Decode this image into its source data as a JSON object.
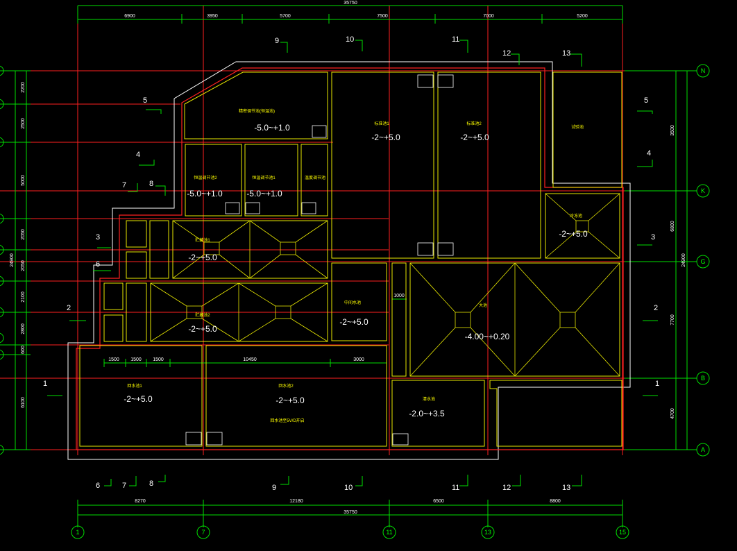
{
  "colors": {
    "background": "#000000",
    "axis_line": "#ff0000",
    "dimension_line": "#00ff00",
    "outline": "#ffffff",
    "wall_outer": "#ff0000",
    "wall_inner": "#ffff00",
    "room_label": "#ffff00",
    "text": "#ffffff"
  },
  "dims_top": {
    "total": "35750",
    "d1": "6900",
    "d2": "3950",
    "d3": "5700",
    "d4": "7500",
    "d5": "7000",
    "d6": "5200"
  },
  "dims_bottom": {
    "d1": "8270",
    "d2": "12180",
    "d3": "6500",
    "d4": "8800",
    "total": "35750"
  },
  "dims_left": {
    "total": "24900",
    "d1": "2200",
    "d2": "2500",
    "d3": "5000",
    "d4": "2050",
    "d5": "2050",
    "d6": "2100",
    "d7": "2800",
    "d8": "600",
    "d9": "6100"
  },
  "dims_right": {
    "total": "24900",
    "d1": "3500",
    "d2": "6800",
    "d3": "7700",
    "d4": "4700"
  },
  "dims_inner": {
    "a": "1500",
    "b": "1500",
    "c": "1500",
    "d": "10450",
    "e": "3000",
    "f": "1000"
  },
  "axis_bubbles": {
    "bottom": [
      "1",
      "7",
      "11",
      "13",
      "15"
    ],
    "right": [
      "N",
      "K",
      "G",
      "B",
      "A"
    ]
  },
  "zone_labels": {
    "top": [
      "9",
      "10",
      "11",
      "12",
      "13"
    ],
    "left": [
      "5",
      "4",
      "7",
      "8",
      "3",
      "6",
      "2",
      "1"
    ],
    "right": [
      "5",
      "4",
      "3",
      "2",
      "1"
    ],
    "bottom": [
      "6",
      "7",
      "8",
      "9",
      "10",
      "11",
      "12",
      "13"
    ]
  },
  "elevations": {
    "r_top": "-5.0~+1.0",
    "r_s1": "-5.0~+1.0",
    "r_s2": "-5.0~+1.0",
    "r_big1": "-2~+5.0",
    "r_big2": "-2~+5.0",
    "r_ne": "-2~+5.0",
    "r_h1": "-2~+5.0",
    "r_h2": "-2~+5.0",
    "r_mid": "-2~+5.0",
    "r_hall": "-4.00~+0.20",
    "r_b1": "-2~+5.0",
    "r_b2": "-2~+5.0",
    "r_b3": "-2.0~+3.5"
  },
  "room_labels": {
    "r_top": "精密调节池(恒温池)",
    "r_s1": "恒温调节池2",
    "r_s2": "恒温调节池1",
    "r_s3": "温度调节池",
    "r_big1": "标准池1",
    "r_big2": "标准池2",
    "r_ne1": "试验池",
    "r_ne2": "冷冻池",
    "r_h1": "贮藏池1",
    "r_h2": "贮藏池2",
    "r_mid": "中间水池",
    "r_hall": "大池",
    "r_b1": "回水池1",
    "r_b2": "回水池2",
    "r_b2_note": "回水池至5V/D开启",
    "r_b3": "清水池"
  }
}
